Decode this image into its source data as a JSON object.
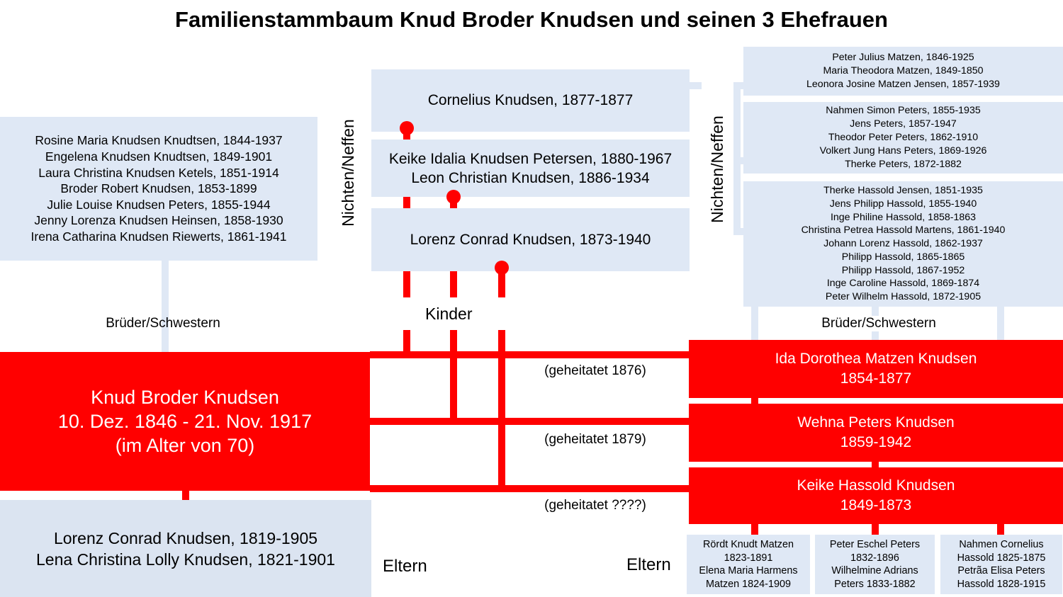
{
  "title": "Familienstammbaum Knud Broder Knudsen und seinen 3 Ehefrauen",
  "siblings_left": {
    "lines": [
      "Rosine Maria Knudsen Knudtsen, 1844-1937",
      "Engelena Knudsen Knudtsen, 1849-1901",
      "Laura Christina Knudsen Ketels, 1851-1914",
      "Broder Robert Knudsen, 1853-1899",
      "Julie Louise Knudsen Peters, 1855-1944",
      "Jenny Lorenza Knudsen Heinsen, 1858-1930",
      "Irena Catharina Knudsen Riewerts, 1861-1941"
    ]
  },
  "label_siblings_left": "Brüder/Schwestern",
  "label_siblings_right": "Brüder/Schwestern",
  "label_nieces_left": "Nichten/Neffen",
  "label_nieces_right": "Nichten/Neffen",
  "label_children": "Kinder",
  "label_parents_left": "Eltern",
  "label_parents_right": "Eltern",
  "main_person": {
    "name": "Knud Broder Knudsen",
    "dates": "10. Dez. 1846 - 21. Nov. 1917",
    "age": "(im Alter von 70)"
  },
  "parents_main": {
    "father": "Lorenz Conrad Knudsen, 1819-1905",
    "mother": "Lena Christina Lolly Knudsen, 1821-1901"
  },
  "children": {
    "child1": "Cornelius Knudsen, 1877-1877",
    "child2_a": "Keike Idalia Knudsen Petersen, 1880-1967",
    "child2_b": "Leon Christian Knudsen, 1886-1934",
    "child3": "Lorenz Conrad Knudsen, 1873-1940"
  },
  "marriages": {
    "m1": "(geheitatet 1876)",
    "m2": "(geheitatet 1879)",
    "m3": "(geheitatet ????)"
  },
  "spouses": {
    "wife1_name": "Ida Dorothea Matzen Knudsen",
    "wife1_dates": "1854-1877",
    "wife2_name": "Wehna Peters Knudsen",
    "wife2_dates": "1859-1942",
    "wife3_name": "Keike Hassold Knudsen",
    "wife3_dates": "1849-1873"
  },
  "siblings_right": {
    "matzen": [
      "Peter Julius Matzen, 1846-1925",
      "Maria Theodora Matzen, 1849-1850",
      "Leonora Josine Matzen Jensen, 1857-1939"
    ],
    "peters": [
      "Nahmen Simon Peters, 1855-1935",
      "Jens Peters, 1857-1947",
      "Theodor Peter Peters, 1862-1910",
      "Volkert Jung Hans Peters, 1869-1926",
      "Therke Peters, 1872-1882"
    ],
    "hassold": [
      "Therke Hassold Jensen, 1851-1935",
      "Jens Philipp Hassold, 1855-1940",
      "Inge Philine Hassold, 1858-1863",
      "Christina Petrea Hassold Martens, 1861-1940",
      "Johann Lorenz Hassold, 1862-1937",
      "Philipp Hassold, 1865-1865",
      "Philipp Hassold, 1867-1952",
      "Inge Caroline Hassold, 1869-1874",
      "Peter Wilhelm Hassold, 1872-1905"
    ]
  },
  "spouse_parents": {
    "matzen": [
      "Rördt Knudt Matzen",
      "1823-1891",
      "Elena Maria Harmens",
      "Matzen 1824-1909"
    ],
    "peters": [
      "Peter Eschel Peters",
      "1832-1896",
      "Wilhelmine Adrians",
      "Peters 1833-1882"
    ],
    "hassold": [
      "Nahmen Cornelius",
      "Hassold 1825-1875",
      "Petrãa Elisa Peters",
      "Hassold 1828-1915"
    ]
  },
  "colors": {
    "red": "#ff0000",
    "light_blue": "#dfe8f5"
  }
}
